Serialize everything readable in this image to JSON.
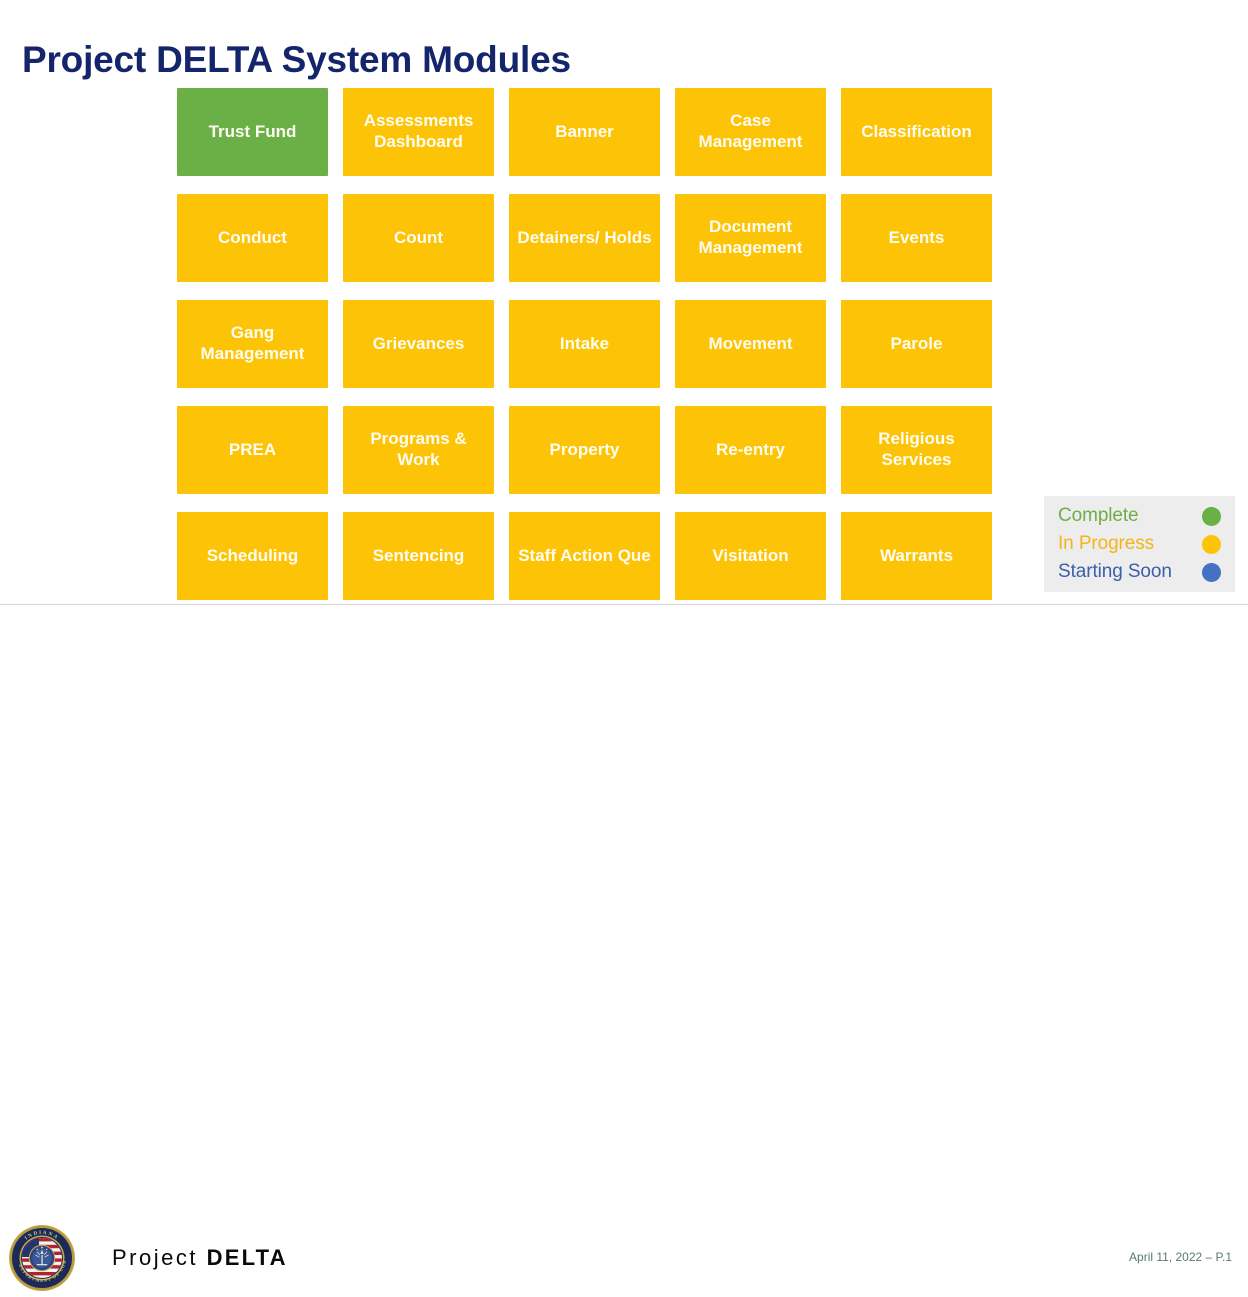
{
  "slide": {
    "title": "Project DELTA System Modules"
  },
  "modules": [
    {
      "label": "Trust Fund",
      "status": "complete"
    },
    {
      "label": "Assessments Dashboard",
      "status": "in-progress"
    },
    {
      "label": "Banner",
      "status": "in-progress"
    },
    {
      "label": "Case Management",
      "status": "in-progress"
    },
    {
      "label": "Classification",
      "status": "in-progress"
    },
    {
      "label": "Conduct",
      "status": "in-progress"
    },
    {
      "label": "Count",
      "status": "in-progress"
    },
    {
      "label": "Detainers/ Holds",
      "status": "in-progress"
    },
    {
      "label": "Document Management",
      "status": "in-progress"
    },
    {
      "label": "Events",
      "status": "in-progress"
    },
    {
      "label": "Gang Management",
      "status": "in-progress"
    },
    {
      "label": "Grievances",
      "status": "in-progress"
    },
    {
      "label": "Intake",
      "status": "in-progress"
    },
    {
      "label": "Movement",
      "status": "in-progress"
    },
    {
      "label": "Parole",
      "status": "in-progress"
    },
    {
      "label": "PREA",
      "status": "in-progress"
    },
    {
      "label": "Programs & Work",
      "status": "in-progress"
    },
    {
      "label": "Property",
      "status": "in-progress"
    },
    {
      "label": "Re-entry",
      "status": "in-progress"
    },
    {
      "label": "Religious Services",
      "status": "in-progress"
    },
    {
      "label": "Scheduling",
      "status": "in-progress"
    },
    {
      "label": "Sentencing",
      "status": "in-progress"
    },
    {
      "label": "Staff Action Que",
      "status": "in-progress"
    },
    {
      "label": "Visitation",
      "status": "in-progress"
    },
    {
      "label": "Warrants",
      "status": "in-progress"
    }
  ],
  "legend": {
    "items": [
      {
        "label": "Complete",
        "status": "complete",
        "color": "#6BB047"
      },
      {
        "label": "In Progress",
        "status": "in-progress",
        "color": "#FDC307"
      },
      {
        "label": "Starting Soon",
        "status": "starting-soon",
        "color": "#4571C4"
      }
    ]
  },
  "footer": {
    "logo_icon": "indiana-department-of-correction-seal-icon",
    "seal": {
      "outer_text": "INDIANA",
      "lower_text": "DEPARTMENT OF CORRECTION"
    },
    "brand_regular": "Project",
    "brand_bold": "DELTA",
    "date": "April 11, 2022 – P.1"
  },
  "colors": {
    "title": "#14256B",
    "complete": "#6BB047",
    "in_progress": "#FDC307",
    "starting_soon": "#4571C4",
    "legend_background": "#EDEDED",
    "tile_text": "#FFFDF2",
    "footer_date": "#5A7B6A"
  }
}
